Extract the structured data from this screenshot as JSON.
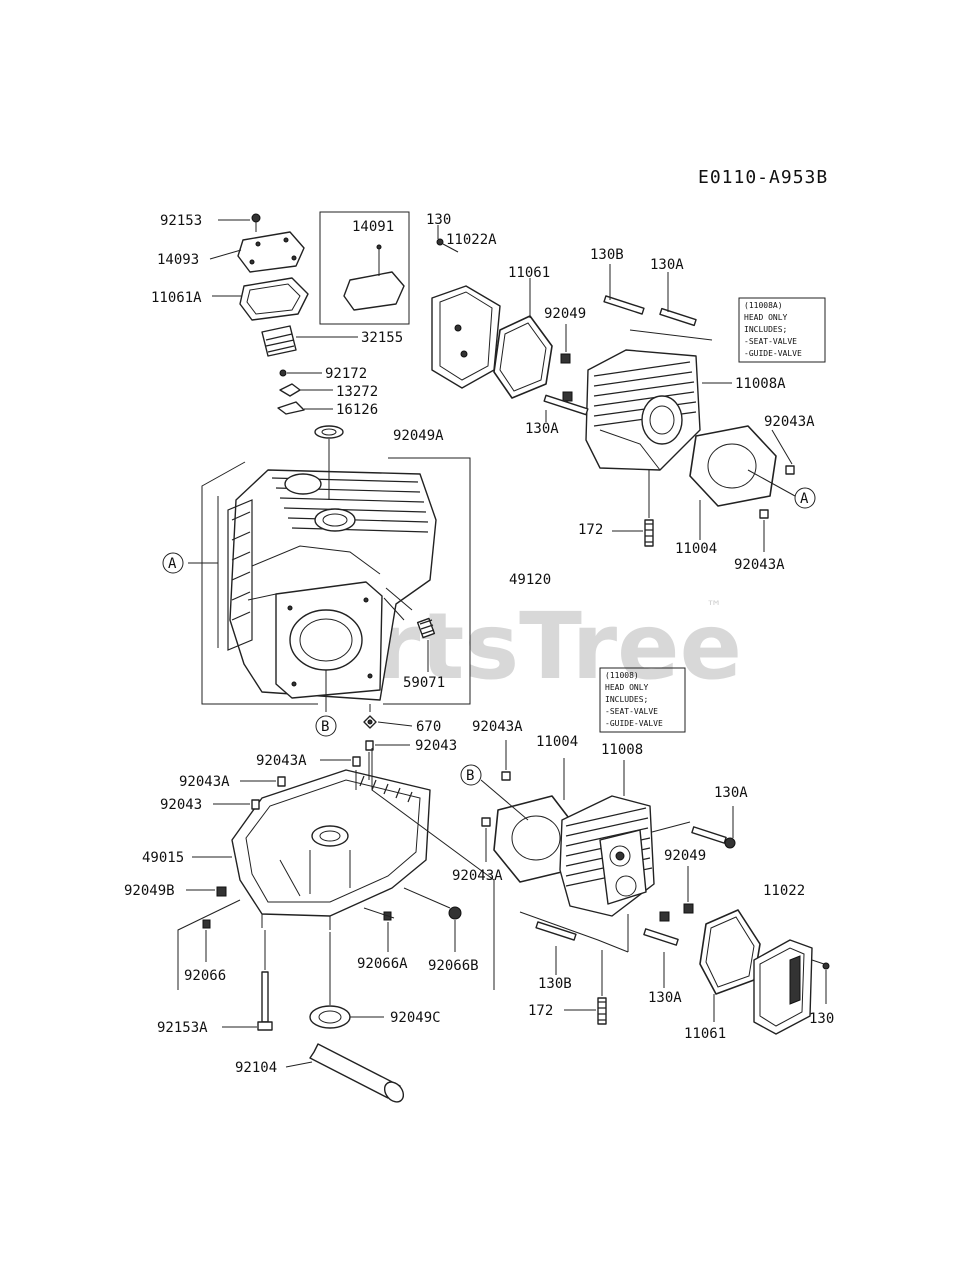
{
  "diagram": {
    "code": "E0110-A953B",
    "watermark": "PartsTree",
    "trademark": "™",
    "refs": {
      "a": "A",
      "b": "B"
    },
    "notes": {
      "upper": [
        "(11008A)",
        "HEAD ONLY",
        "INCLUDES;",
        "-SEAT-VALVE",
        "-GUIDE-VALVE"
      ],
      "lower": [
        "(11008)",
        "HEAD ONLY",
        "INCLUDES;",
        "-SEAT-VALVE",
        "-GUIDE-VALVE"
      ]
    },
    "labels": {
      "p92153": "92153",
      "p14093": "14093",
      "p11061A": "11061A",
      "p14091": "14091",
      "p32155": "32155",
      "p92172": "92172",
      "p13272": "13272",
      "p16126": "16126",
      "p92049A": "92049A",
      "p130_top": "130",
      "p11022A": "11022A",
      "p11061_top": "11061",
      "p130B_top": "130B",
      "p130A_top": "130A",
      "p92049_top": "92049",
      "p11008A": "11008A",
      "p92043A_r1": "92043A",
      "p130A_left": "130A",
      "p172_top": "172",
      "p11004_top": "11004",
      "p92043A_r2": "92043A",
      "p49120": "49120",
      "p59071": "59071",
      "p670": "670",
      "p92043A_m": "92043A",
      "p92043_m": "92043",
      "p92043A_l": "92043A",
      "p92043_l": "92043",
      "p49015": "49015",
      "p92049B": "92049B",
      "p92066": "92066",
      "p92066A": "92066A",
      "p92066B": "92066B",
      "p92153A": "92153A",
      "p92049C": "92049C",
      "p92104": "92104",
      "p92043A_b1": "92043A",
      "p11004_b": "11004",
      "p11008_b": "11008",
      "p130A_b1": "130A",
      "p92043A_b2": "92043A",
      "p92049_b": "92049",
      "p11022_b": "11022",
      "p130B_b": "130B",
      "p130A_b2": "130A",
      "p172_b": "172",
      "p11061_b": "11061",
      "p130_b": "130"
    }
  }
}
